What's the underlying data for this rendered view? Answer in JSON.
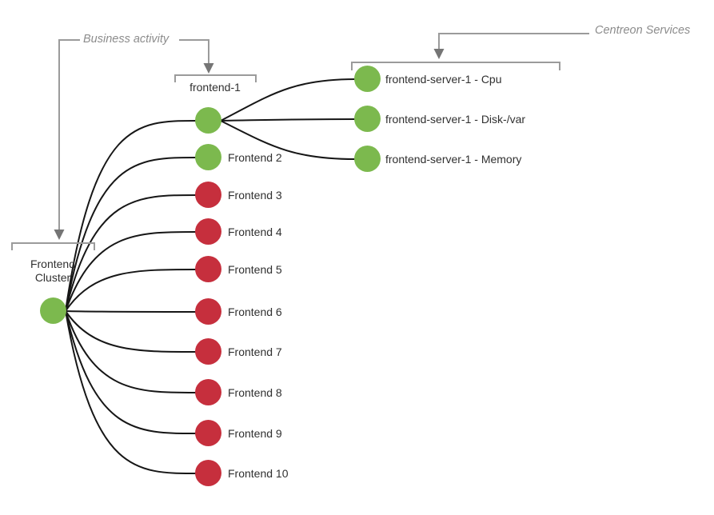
{
  "diagram": {
    "background": "#ffffff",
    "annotations": {
      "business_activity": "Business activity",
      "centreon_services": "Centreon Services"
    },
    "nodes": {
      "frontend_cluster": {
        "label": "Frontend Cluster",
        "status": "ok"
      },
      "frontend_1": {
        "label": "frontend-1",
        "status": "ok"
      },
      "frontend_2": {
        "label": "Frontend 2",
        "status": "ok"
      },
      "frontend_3": {
        "label": "Frontend 3",
        "status": "critical"
      },
      "frontend_4": {
        "label": "Frontend 4",
        "status": "critical"
      },
      "frontend_5": {
        "label": "Frontend 5",
        "status": "critical"
      },
      "frontend_6": {
        "label": "Frontend 6",
        "status": "critical"
      },
      "frontend_7": {
        "label": "Frontend 7",
        "status": "critical"
      },
      "frontend_8": {
        "label": "Frontend 8",
        "status": "critical"
      },
      "frontend_9": {
        "label": "Frontend 9",
        "status": "critical"
      },
      "frontend_10": {
        "label": "Frontend 10",
        "status": "critical"
      },
      "service_cpu": {
        "label": "frontend-server-1 - Cpu",
        "status": "ok"
      },
      "service_disk": {
        "label": "frontend-server-1 - Disk-/var",
        "status": "ok"
      },
      "service_memory": {
        "label": "frontend-server-1 - Memory",
        "status": "ok"
      }
    },
    "hierarchy": {
      "frontend_cluster": [
        "frontend_1",
        "frontend_2",
        "frontend_3",
        "frontend_4",
        "frontend_5",
        "frontend_6",
        "frontend_7",
        "frontend_8",
        "frontend_9",
        "frontend_10"
      ],
      "frontend_1": [
        "service_cpu",
        "service_disk",
        "service_memory"
      ]
    }
  },
  "colors": {
    "ok": "#7cb94e",
    "critical": "#c62f3d",
    "edge": "#161616",
    "annotation-line": "#9b9b9b",
    "annotation-text": "#8c8c8c",
    "arrowhead": "#757575",
    "label-text": "#303030"
  }
}
